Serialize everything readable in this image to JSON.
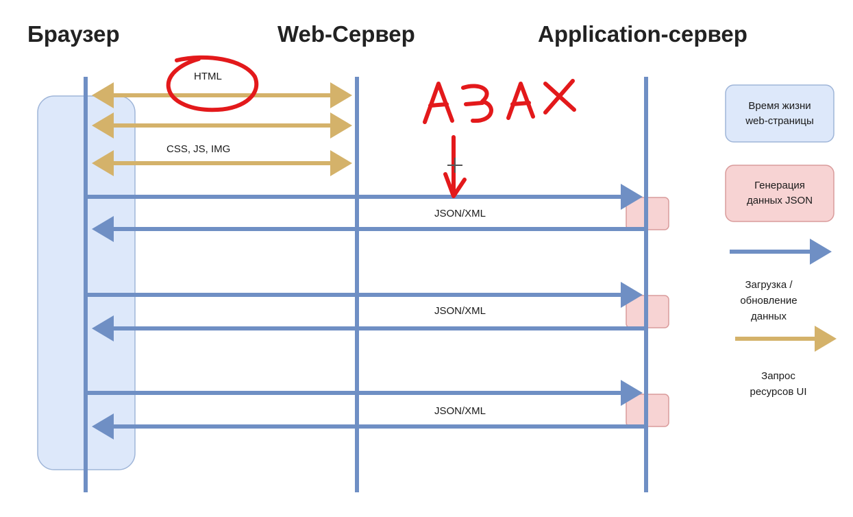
{
  "participants": {
    "browser": "Браузер",
    "web_server": "Web-Сервер",
    "app_server": "Application-сервер"
  },
  "messages": {
    "html": "HTML",
    "css_js_img": "CSS, JS, IMG",
    "json_xml_1": "JSON/XML",
    "json_xml_2": "JSON/XML",
    "json_xml_3": "JSON/XML"
  },
  "legend": {
    "page_lifetime_line1": "Время жизни",
    "page_lifetime_line2": "web-страницы",
    "json_generation_line1": "Генерация",
    "json_generation_line2": "данных JSON",
    "data_load_line1": "Загрузка /",
    "data_load_line2": "обновление",
    "data_load_line3": "данных",
    "ui_request_line1": "Запрос",
    "ui_request_line2": "ресурсов UI"
  },
  "annotation": {
    "handwritten_text": "AJAX"
  },
  "colors": {
    "data_arrow": "#6f8fc4",
    "ui_arrow": "#d4b26a",
    "lifetime_fill": "#dde8fa",
    "lifetime_stroke": "#9fb5d8",
    "json_fill": "#f7d3d3",
    "json_stroke": "#d99b9b",
    "handwriting": "#e3191b"
  }
}
